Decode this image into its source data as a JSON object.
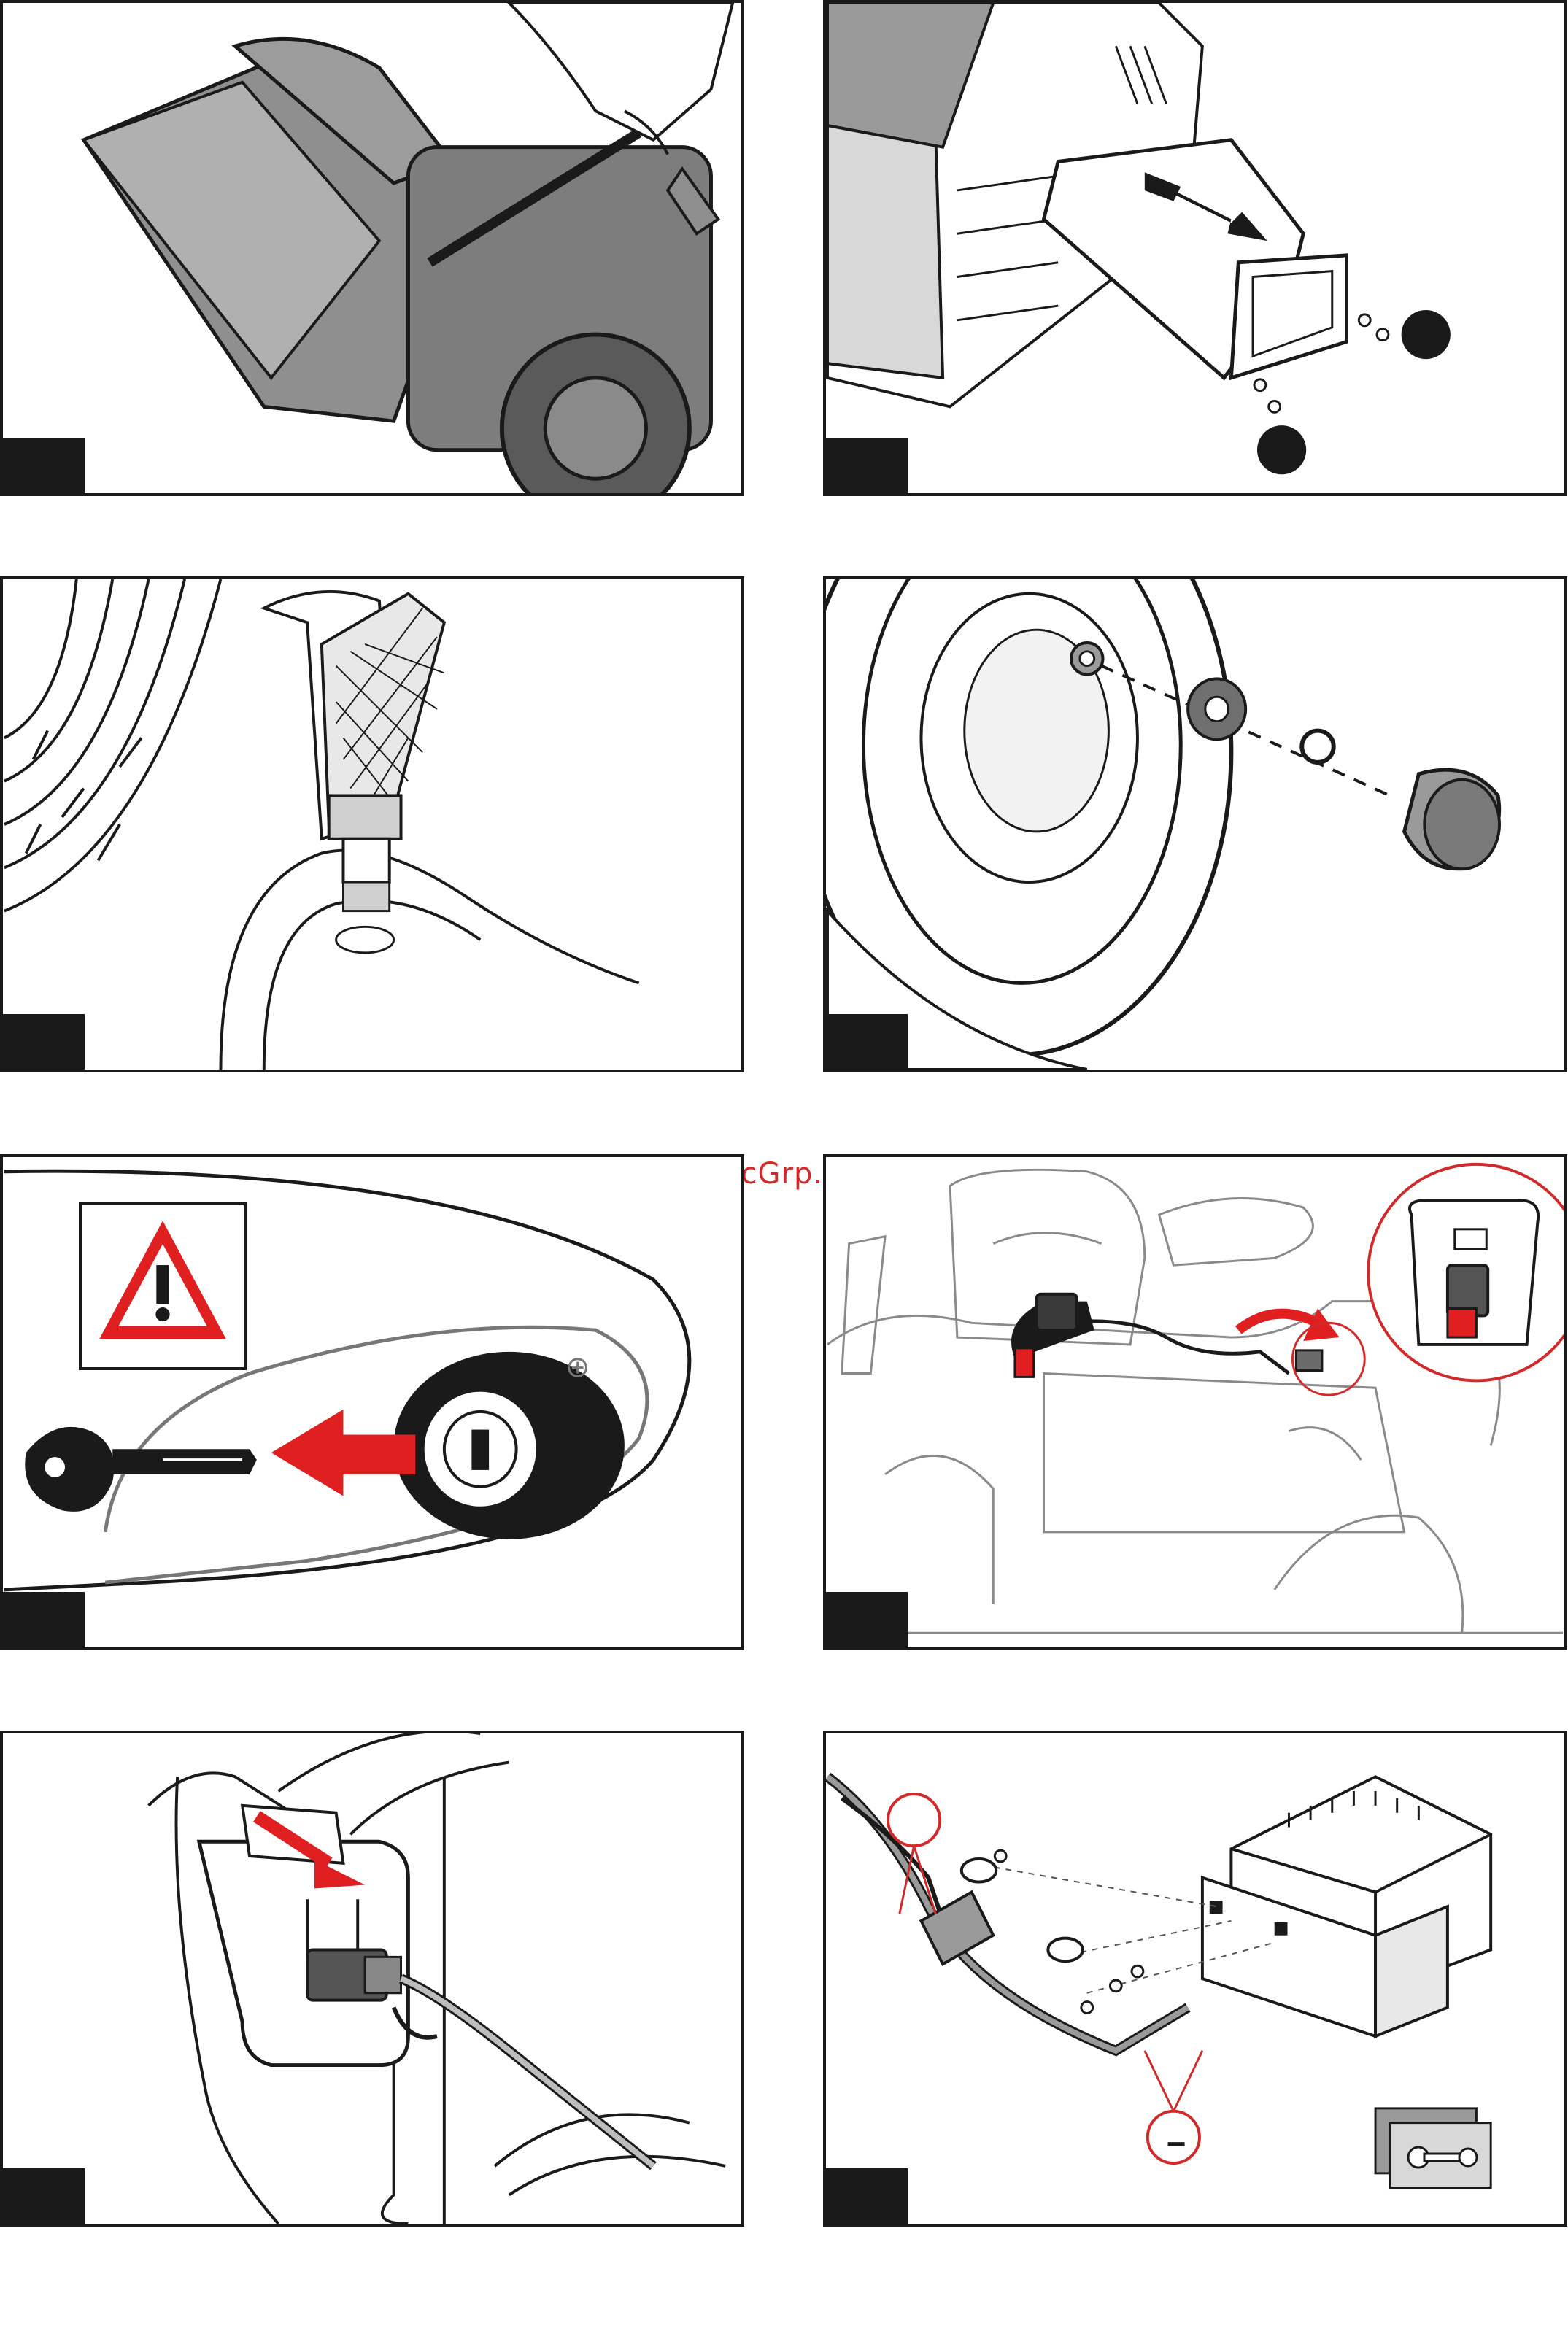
{
  "watermark": {
    "text": "McGrp.Ru"
  },
  "panel_10": {
    "callout_symbol": "−"
  },
  "colors": {
    "ink": "#1a1a1a",
    "accent_red": "#e02020",
    "callout_red": "#d22a2a",
    "gray_fill": "#9a9a9a",
    "light_gray": "#d8d8d8"
  },
  "icons": [
    "grass-catcher-illustration",
    "discharge-chute-illustration",
    "water-hose-connector-illustration",
    "wheel-cap-illustration",
    "warning-triangle-icon",
    "key-icon",
    "red-arrow-icon",
    "battery-connector-illustration",
    "power-plug-illustration",
    "battery-terminal-illustration",
    "wrench-icon"
  ]
}
